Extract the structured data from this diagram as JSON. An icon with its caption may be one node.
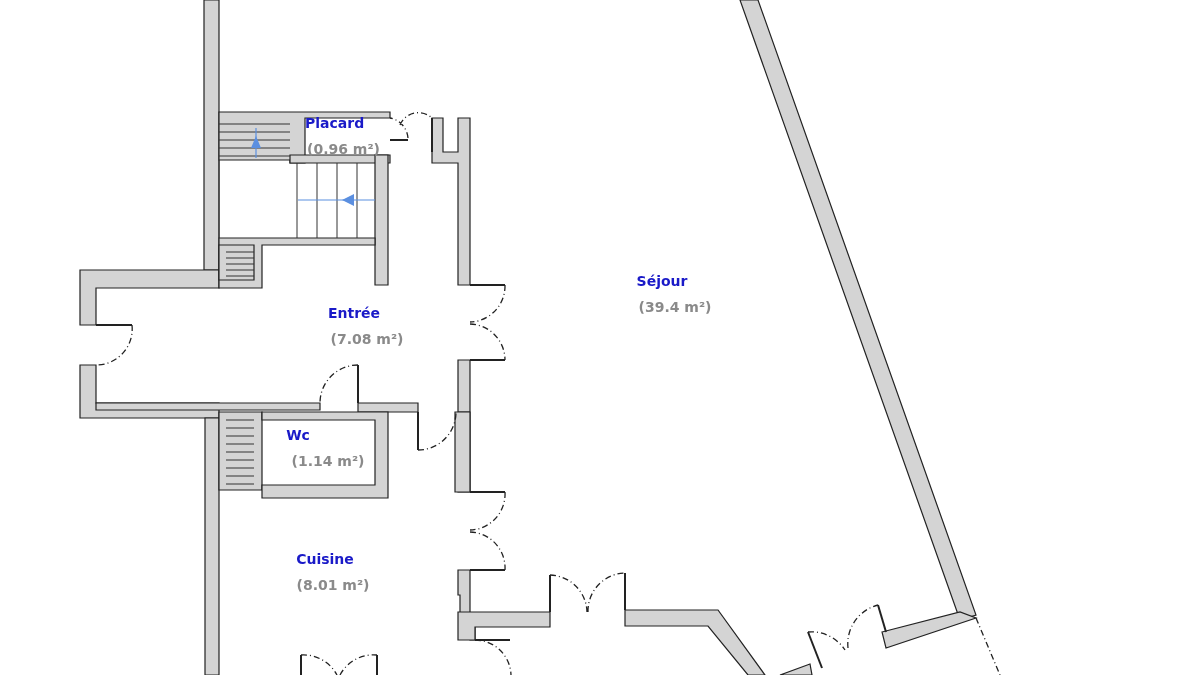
{
  "diagram": {
    "labels": [
      "Placard",
      "(0.96 m²)",
      "Séjour",
      "(39.4 m²)",
      "Entrée",
      "(7.08 m²)",
      "Wc",
      "(1.14 m²)",
      "Cuisine",
      "(8.01 m²)"
    ]
  }
}
